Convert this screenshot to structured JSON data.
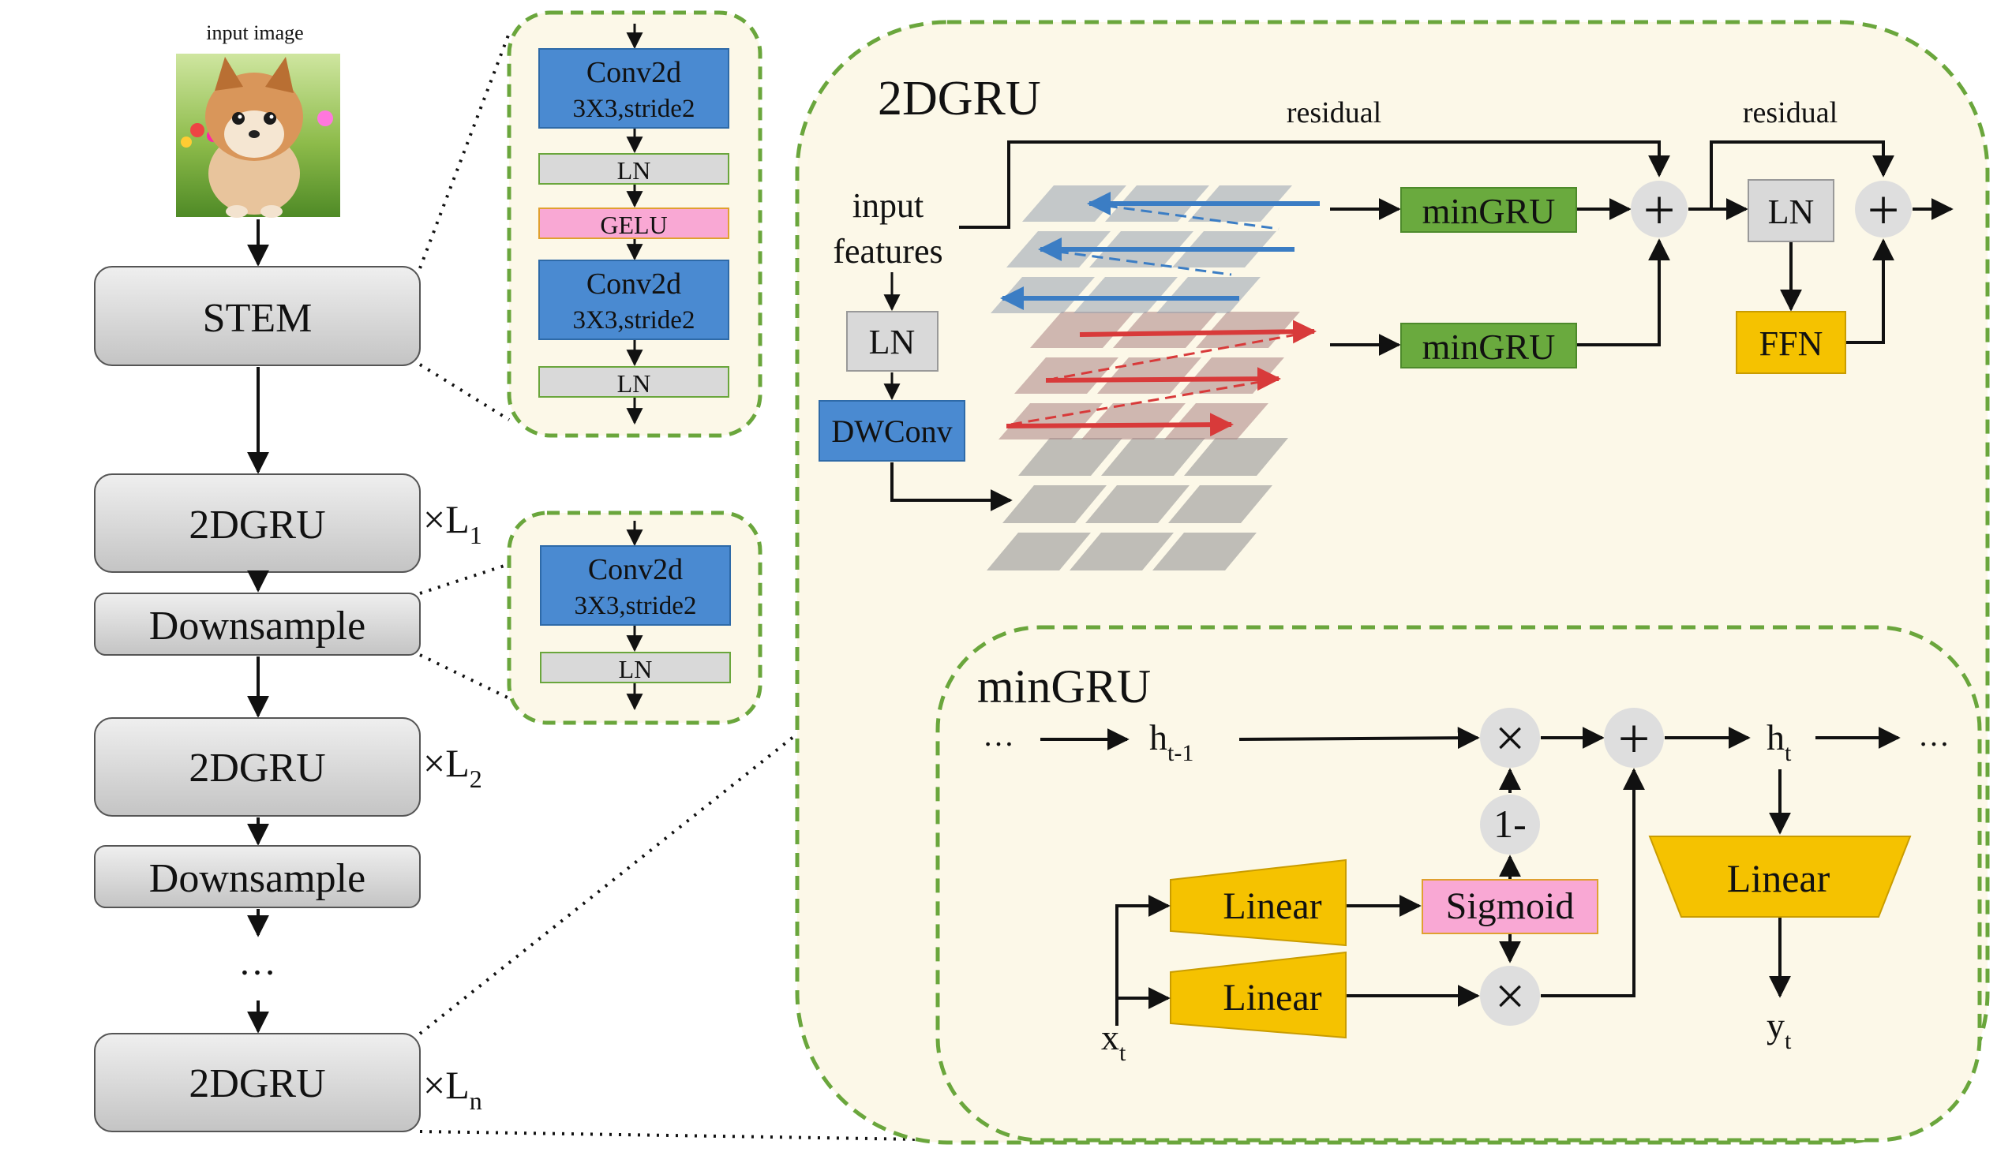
{
  "pipeline": {
    "input_label": "input image",
    "stem": "STEM",
    "block1": "2DGRU",
    "ds1": "Downsample",
    "block2": "2DGRU",
    "ds2": "Downsample",
    "ellipsis": "…",
    "blockn": "2DGRU",
    "rep1": "×L",
    "rep1_sub": "1",
    "rep2": "×L",
    "rep2_sub": "2",
    "repn": "×L",
    "repn_sub": "n"
  },
  "stem_detail": {
    "conv1_line1": "Conv2d",
    "conv1_line2": "3X3,stride2",
    "ln1": "LN",
    "gelu": "GELU",
    "conv2_line1": "Conv2d",
    "conv2_line2": "3X3,stride2",
    "ln2": "LN"
  },
  "downsample_detail": {
    "conv_line1": "Conv2d",
    "conv_line2": "3X3,stride2",
    "ln": "LN"
  },
  "gru2d": {
    "title": "2DGRU",
    "input_line1": "input",
    "input_line2": "features",
    "ln": "LN",
    "dwconv": "DWConv",
    "residual1": "residual",
    "residual2": "residual",
    "mingru_top": "minGRU",
    "mingru_bottom": "minGRU",
    "plus": "+",
    "ln2": "LN",
    "ffn": "FFN"
  },
  "mingru": {
    "title": "minGRU",
    "dots_left": "…",
    "h_prev": "h",
    "h_prev_sub": "t-1",
    "h_t": "h",
    "h_t_sub": "t",
    "dots_right": "…",
    "times": "×",
    "plus": "+",
    "one_minus": "1-",
    "linear1": "Linear",
    "linear2": "Linear",
    "linear_out": "Linear",
    "sigmoid": "Sigmoid",
    "x_t": "x",
    "x_t_sub": "t",
    "y_t": "y",
    "y_t_sub": "t"
  },
  "colors": {
    "blue_box": "#4a8ad1",
    "green_box": "#6aaa3e",
    "yellow_box": "#f5c200",
    "pink_box": "#f9a8d4",
    "gray_box": "#d9d9d9",
    "panel_bg": "#fcf8e8",
    "dash_border": "#6aa63c",
    "blue_arrow": "#3b7dc4",
    "red_arrow": "#d83a3a"
  },
  "icons": [
    "dog-photo",
    "plus-circle",
    "times-circle",
    "scan-grid"
  ]
}
